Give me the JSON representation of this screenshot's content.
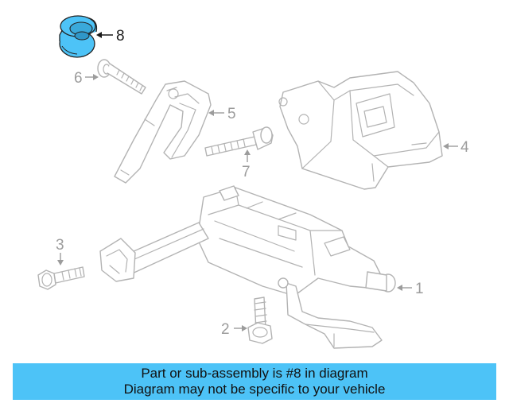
{
  "callouts": {
    "c1": "1",
    "c2": "2",
    "c3": "3",
    "c4": "4",
    "c5": "5",
    "c6": "6",
    "c7": "7",
    "c8": "8"
  },
  "highlighted_part": "8",
  "colors": {
    "highlight": "#4dc3f7",
    "line_art": "#b3b3b3",
    "callout_text": "#9c9c9c",
    "banner_background": "#4dc3f7"
  },
  "banner": {
    "line1": "Part or sub-assembly is #8 in diagram",
    "line2": "Diagram may not be specific to your vehicle"
  }
}
